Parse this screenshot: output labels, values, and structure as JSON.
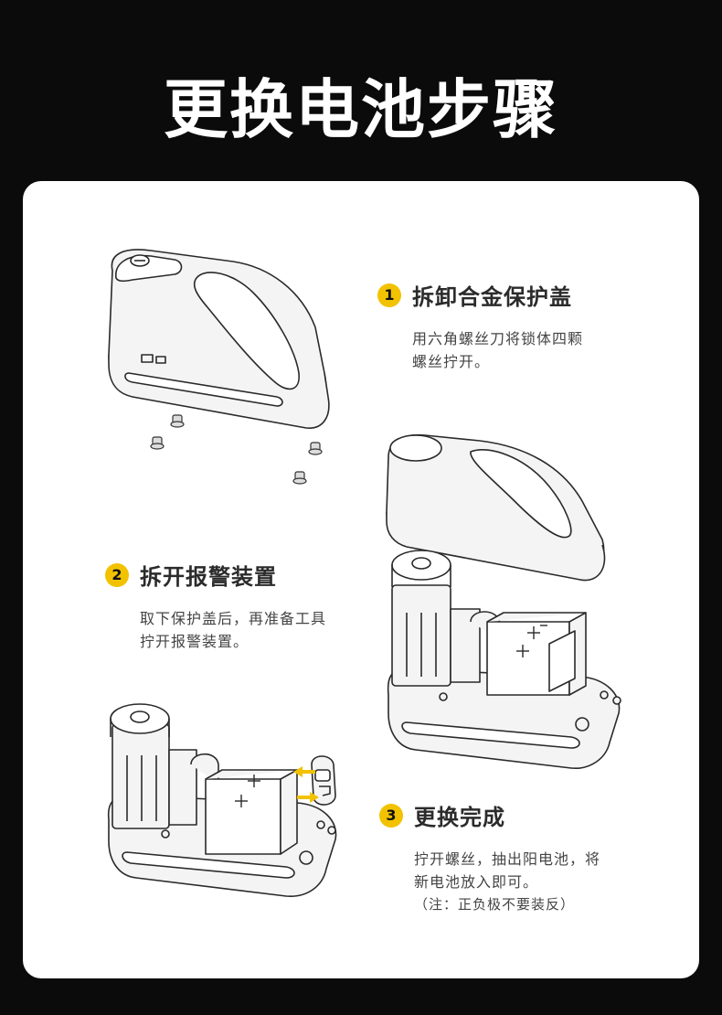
{
  "header": {
    "title": "更换电池步骤"
  },
  "steps": [
    {
      "number": "1",
      "title": "拆卸合金保护盖",
      "desc_lines": [
        "用六角螺丝刀将锁体四颗",
        "螺丝拧开。"
      ]
    },
    {
      "number": "2",
      "title": "拆开报警装置",
      "desc_lines": [
        "取下保护盖后，再准备工具",
        "拧开报警装置。"
      ]
    },
    {
      "number": "3",
      "title": "更换完成",
      "desc_lines": [
        "拧开螺丝，抽出阳电池，将",
        "新电池放入即可。"
      ],
      "note": "（注：正负极不要装反）"
    }
  ],
  "colors": {
    "background": "#0b0b0b",
    "card": "#ffffff",
    "accent": "#f2c200",
    "arrow": "#f2c200",
    "line": "#2a2a2a",
    "fill": "#f4f4f4"
  }
}
